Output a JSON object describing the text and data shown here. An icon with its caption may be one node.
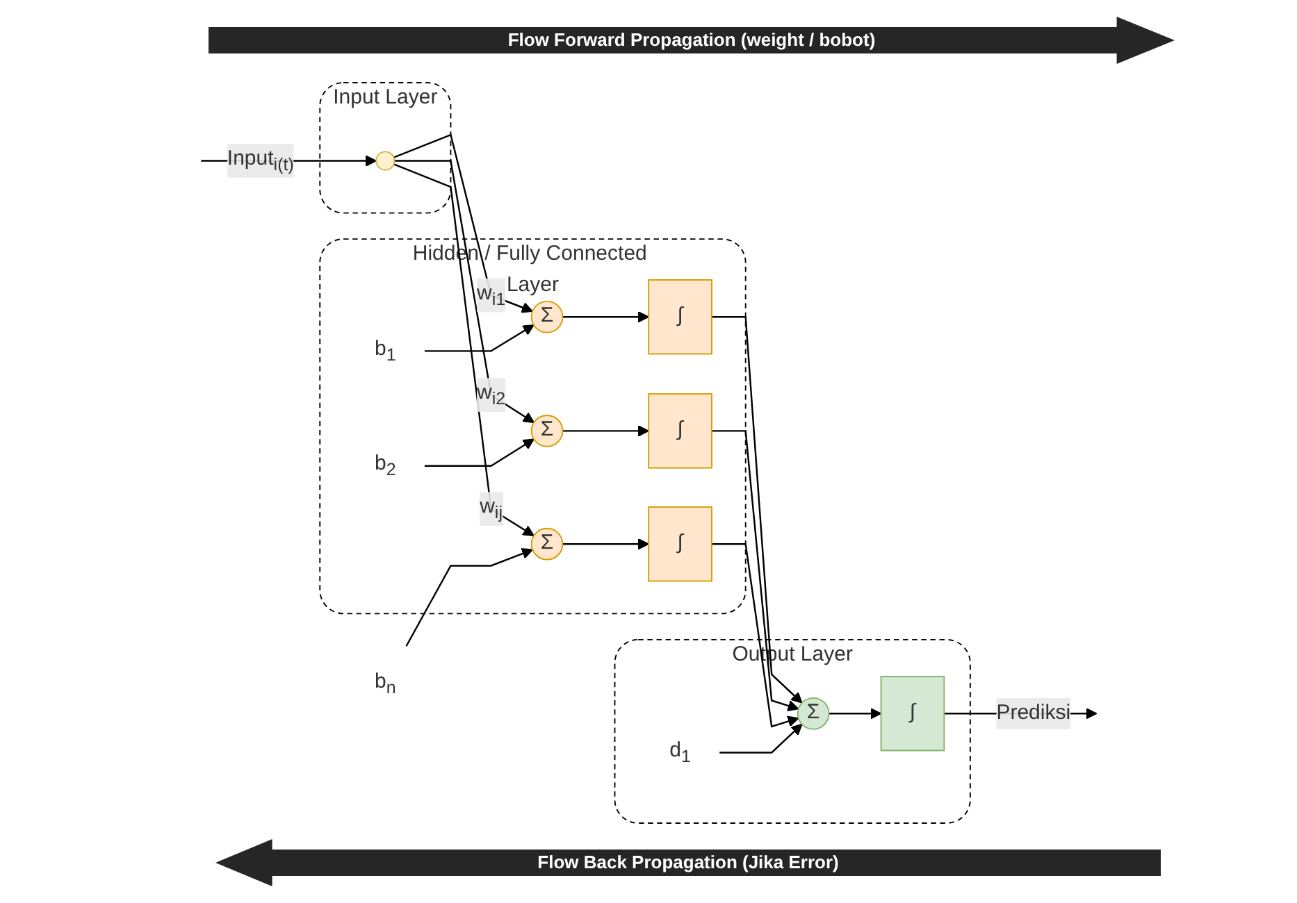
{
  "diagram": {
    "nodes": [
      {
        "text": [
          "Input Layer"
        ]
      },
      {
        "text": [],
        "shape": "circle",
        "in": 0
      },
      {
        "text": [
          "Hidden / Fully Connected Layer"
        ]
      },
      {
        "text": [
          "Σ"
        ],
        "in": 2
      },
      {
        "text": [
          "∫"
        ],
        "in": 2
      },
      {
        "text": [
          "Σ"
        ],
        "in": 2
      },
      {
        "text": [
          "∫"
        ],
        "in": 2
      },
      {
        "text": [
          "Σ"
        ],
        "in": 2
      },
      {
        "text": [
          "∫"
        ],
        "in": 2
      },
      {
        "text": [
          "b$_{1}$"
        ],
        "in": 2
      },
      {
        "text": [
          "b$_{2}$"
        ],
        "in": 2
      },
      {
        "text": [
          "b$_{n}$"
        ]
      },
      {
        "text": [
          "Output Layer"
        ]
      },
      {
        "text": [
          "Σ"
        ],
        "in": 12
      },
      {
        "text": [
          "∫"
        ],
        "in": 12
      },
      {
        "text": [
          "d$_{1}$"
        ],
        "in": 12
      }
    ],
    "edges": [
      {
        "from": null,
        "to": 1,
        "arrow": "to",
        "label": "Input$_{i(t)}$"
      },
      {
        "from": 1,
        "to": 3,
        "arrow": "to",
        "label": "w$_{i1}$"
      },
      {
        "from": 1,
        "to": 5,
        "arrow": "to",
        "label": "w$_{i2}$"
      },
      {
        "from": 1,
        "to": 7,
        "arrow": "to",
        "label": "w$_{ij}$"
      },
      {
        "from": 3,
        "to": 4,
        "arrow": "to"
      },
      {
        "from": 5,
        "to": 6,
        "arrow": "to"
      },
      {
        "from": 7,
        "to": 8,
        "arrow": "to"
      },
      {
        "from": 9,
        "to": 3,
        "arrow": "to"
      },
      {
        "from": 10,
        "to": 5,
        "arrow": "to"
      },
      {
        "from": 11,
        "to": 7,
        "arrow": "to"
      },
      {
        "from": 4,
        "to": 13,
        "arrow": "to"
      },
      {
        "from": 6,
        "to": 13,
        "arrow": "to"
      },
      {
        "from": 8,
        "to": 13,
        "arrow": "to"
      },
      {
        "from": 15,
        "to": 13,
        "arrow": "to"
      },
      {
        "from": 13,
        "to": 14,
        "arrow": "to"
      },
      {
        "from": 14,
        "to": null,
        "arrow": "to",
        "label": "Prediksi"
      }
    ],
    "labels": [
      "Flow Forward Propagation (weight / bobot)",
      "Flow Back Propagation (Jika Error)"
    ]
  }
}
